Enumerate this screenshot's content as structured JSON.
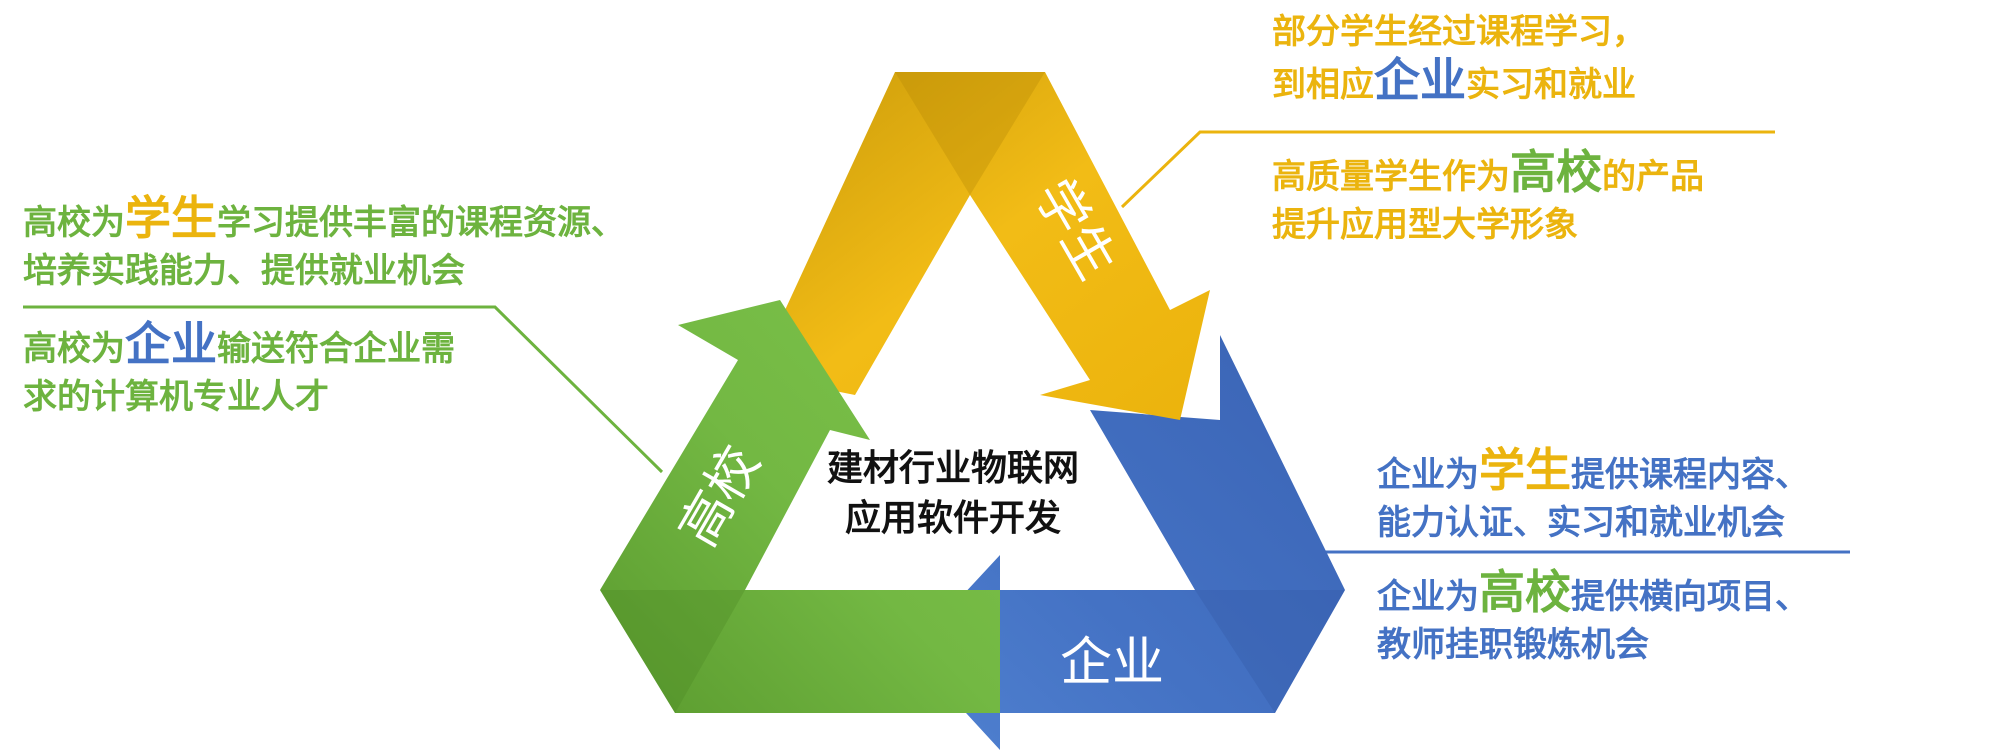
{
  "center_title": {
    "line1": "建材行业物联网",
    "line2": "应用软件开发"
  },
  "arrows": {
    "student": {
      "label": "学生",
      "color": "#F0B913"
    },
    "enterprise": {
      "label": "企业",
      "color": "#4472C4"
    },
    "school": {
      "label": "高校",
      "color": "#70B33F"
    }
  },
  "notes": {
    "student_to_enterprise": {
      "l1": "部分学生经过课程学习，",
      "l2_pre": "到相应",
      "l2_em": "企业",
      "l2_post": "实习和就业"
    },
    "student_to_school": {
      "l1_pre": "高质量学生作为",
      "l1_em": "高校",
      "l1_post": "的产品",
      "l2": "提升应用型大学形象"
    },
    "school_to_student": {
      "l1_pre": "高校为",
      "l1_em": "学生",
      "l1_post": "学习提供丰富的课程资源、",
      "l2": "培养实践能力、提供就业机会"
    },
    "school_to_enterprise": {
      "l1_pre": "高校为",
      "l1_em": "企业",
      "l1_post": "输送符合企业需",
      "l2": "求的计算机专业人才"
    },
    "enterprise_to_student": {
      "l1_pre": "企业为",
      "l1_em": "学生",
      "l1_post": "提供课程内容、",
      "l2": "能力认证、实习和就业机会"
    },
    "enterprise_to_school": {
      "l1_pre": "企业为",
      "l1_em": "高校",
      "l1_post": "提供横向项目、",
      "l2": "教师挂职锻炼机会"
    }
  }
}
